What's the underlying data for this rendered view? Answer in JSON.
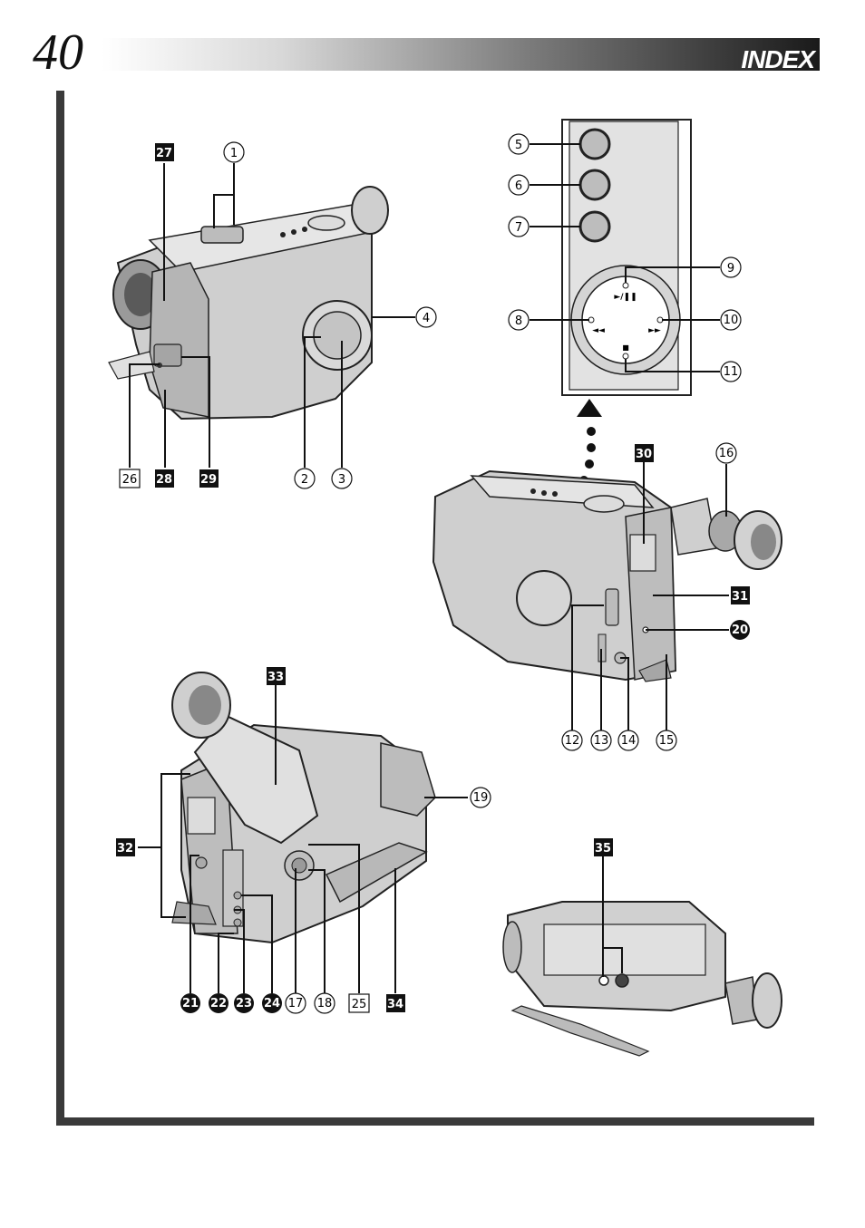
{
  "header": {
    "page_number": "40",
    "title": "INDEX"
  },
  "callouts": {
    "c1": "1",
    "c2": "2",
    "c3": "3",
    "c4": "4",
    "c5": "5",
    "c6": "6",
    "c7": "7",
    "c8": "8",
    "c9": "9",
    "c10": "10",
    "c11": "11",
    "c12": "12",
    "c13": "13",
    "c14": "14",
    "c15": "15",
    "c16": "16",
    "c17": "17",
    "c18": "18",
    "c19": "19",
    "c20": "20",
    "c21": "21",
    "c22": "22",
    "c23": "23",
    "c24": "24",
    "c25": "25",
    "c26": "26",
    "c27": "27",
    "c28": "28",
    "c29": "29",
    "c30": "30",
    "c31": "31",
    "c32": "32",
    "c33": "33",
    "c34": "34",
    "c35": "35"
  },
  "remote": {
    "play_pause": "►/❚❚",
    "rewind": "◄◄",
    "fast_forward": "►►",
    "stop": "■"
  }
}
